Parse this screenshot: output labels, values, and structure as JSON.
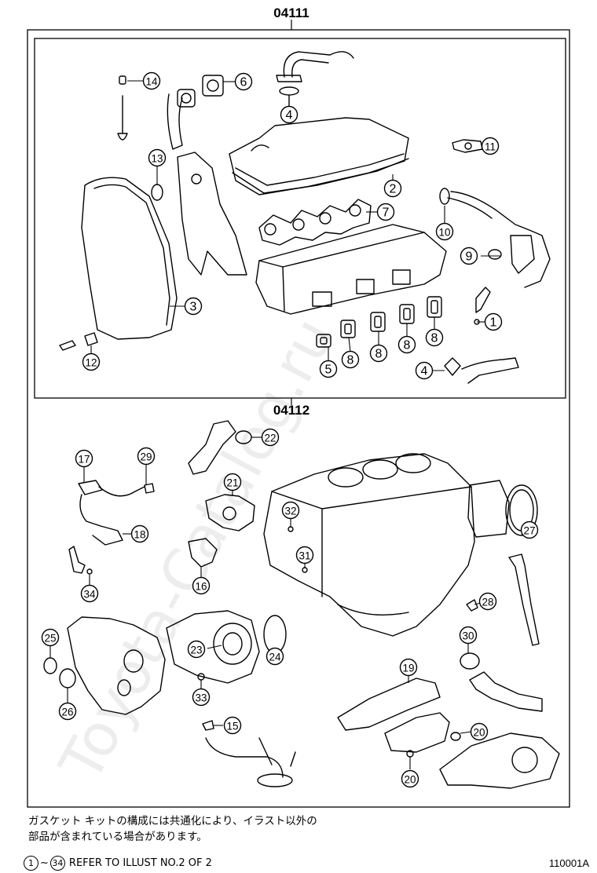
{
  "kits": [
    {
      "code": "04111"
    },
    {
      "code": "04112"
    }
  ],
  "watermark": "Toyota-Catalog.ru",
  "note": {
    "lines": [
      "ガスケット キットの構成には共通化により、イラスト以外の",
      "部品が含まれている場合があります。"
    ]
  },
  "reference": {
    "from": "1",
    "sep": "~",
    "to": "34",
    "text": "REFER TO ILLUST NO.2 OF 2"
  },
  "illustration_code": "110001A",
  "callouts": [
    {
      "id": "c14",
      "n": "14"
    },
    {
      "id": "c6",
      "n": "6"
    },
    {
      "id": "c4a",
      "n": "4"
    },
    {
      "id": "c11",
      "n": "11"
    },
    {
      "id": "c13",
      "n": "13"
    },
    {
      "id": "c2",
      "n": "2"
    },
    {
      "id": "c7",
      "n": "7"
    },
    {
      "id": "c10",
      "n": "10"
    },
    {
      "id": "c9",
      "n": "9"
    },
    {
      "id": "c3",
      "n": "3"
    },
    {
      "id": "c1",
      "n": "1"
    },
    {
      "id": "c12",
      "n": "12"
    },
    {
      "id": "c5",
      "n": "5"
    },
    {
      "id": "c8a",
      "n": "8"
    },
    {
      "id": "c8b",
      "n": "8"
    },
    {
      "id": "c8c",
      "n": "8"
    },
    {
      "id": "c8d",
      "n": "8"
    },
    {
      "id": "c4b",
      "n": "4"
    },
    {
      "id": "c22",
      "n": "22"
    },
    {
      "id": "c17",
      "n": "17"
    },
    {
      "id": "c29",
      "n": "29"
    },
    {
      "id": "c21",
      "n": "21"
    },
    {
      "id": "c32",
      "n": "32"
    },
    {
      "id": "c27",
      "n": "27"
    },
    {
      "id": "c18",
      "n": "18"
    },
    {
      "id": "c16",
      "n": "16"
    },
    {
      "id": "c31",
      "n": "31"
    },
    {
      "id": "c34",
      "n": "34"
    },
    {
      "id": "c28",
      "n": "28"
    },
    {
      "id": "c25",
      "n": "25"
    },
    {
      "id": "c23",
      "n": "23"
    },
    {
      "id": "c24",
      "n": "24"
    },
    {
      "id": "c30",
      "n": "30"
    },
    {
      "id": "c26",
      "n": "26"
    },
    {
      "id": "c33",
      "n": "33"
    },
    {
      "id": "c19",
      "n": "19"
    },
    {
      "id": "c15",
      "n": "15"
    },
    {
      "id": "c20a",
      "n": "20"
    },
    {
      "id": "c20b",
      "n": "20"
    }
  ]
}
